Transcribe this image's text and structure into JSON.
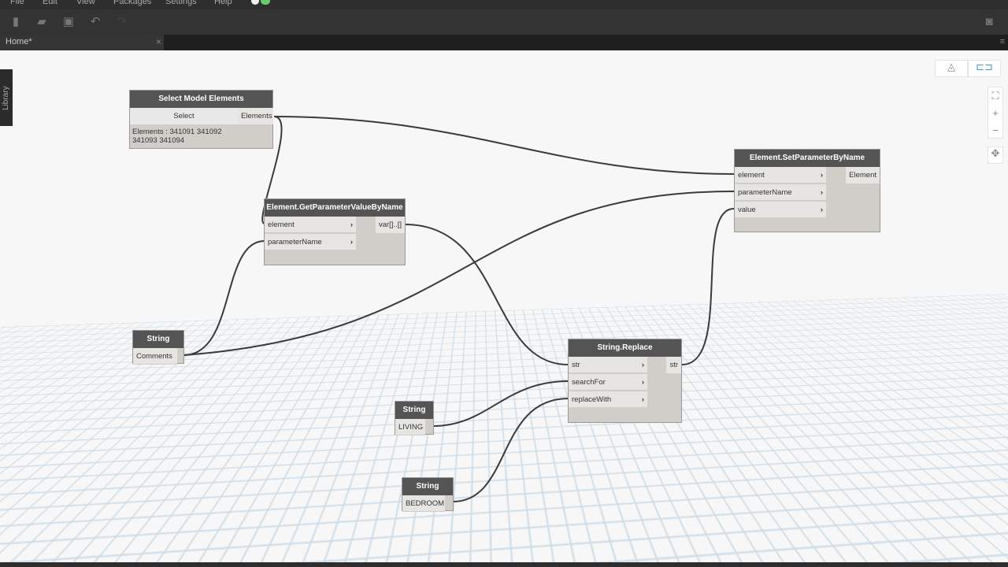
{
  "menu": [
    "File",
    "Edit",
    "View",
    "Packages",
    "Settings",
    "Help"
  ],
  "toolbar": {
    "icons": [
      "new-file-icon",
      "open-icon",
      "save-icon",
      "undo-icon",
      "redo-icon",
      "camera-icon"
    ]
  },
  "tab": {
    "label": "Home*",
    "close": "×"
  },
  "library": {
    "label": "Library"
  },
  "nodes": {
    "select": {
      "title": "Select Model Elements",
      "button": "Select",
      "output": "Elements",
      "preview": "Elements : 341091 341092 341093 341094"
    },
    "getparam": {
      "title": "Element.GetParameterValueByName",
      "inputs": [
        "element",
        "parameterName"
      ],
      "output": "var[]..[]"
    },
    "setparam": {
      "title": "Element.SetParameterByName",
      "inputs": [
        "element",
        "parameterName",
        "value"
      ],
      "output": "Element"
    },
    "replace": {
      "title": "String.Replace",
      "inputs": [
        "str",
        "searchFor",
        "replaceWith"
      ],
      "output": "str"
    },
    "s1": {
      "title": "String",
      "value": "Comments"
    },
    "s2": {
      "title": "String",
      "value": "LIVING"
    },
    "s3": {
      "title": "String",
      "value": "BEDROOM"
    }
  },
  "colors": {
    "header": "#545454",
    "wire": "#3a3a3a",
    "accent": "#3a9ad9"
  }
}
